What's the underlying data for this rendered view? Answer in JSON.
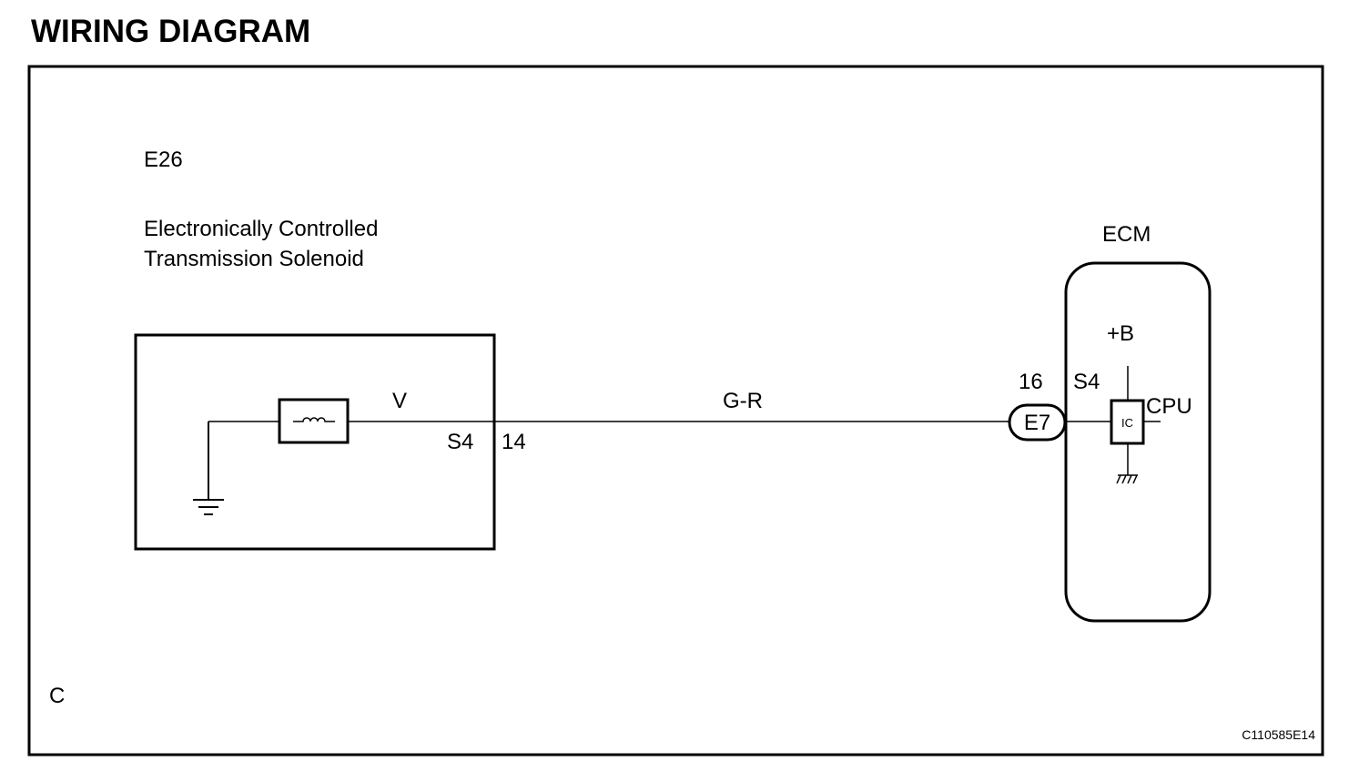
{
  "title": "WIRING DIAGRAM",
  "solenoid": {
    "connector_id": "E26",
    "name_line1": "Electronically Controlled",
    "name_line2": "Transmission Solenoid",
    "wire_color_internal": "V",
    "terminal_name": "S4",
    "terminal_number": "14"
  },
  "harness": {
    "wire_color": "G-R"
  },
  "ecm": {
    "name": "ECM",
    "connector_id": "E7",
    "terminal_number": "16",
    "terminal_name": "S4",
    "power_label": "+B",
    "cpu_label": "CPU",
    "ic_label": "IC"
  },
  "footer": {
    "section_letter": "C",
    "figure_code": "C110585E14"
  }
}
